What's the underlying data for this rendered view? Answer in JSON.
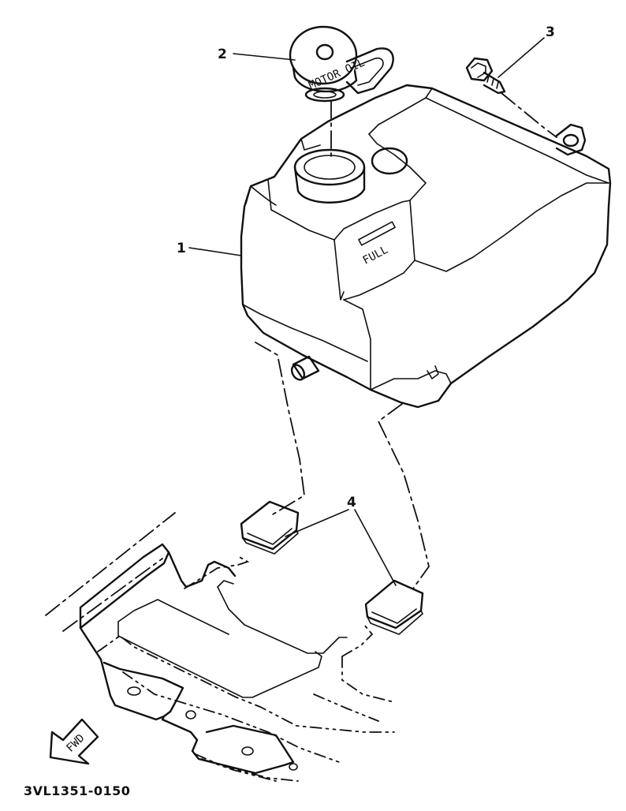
{
  "callouts": {
    "tank": "1",
    "cap": "2",
    "bolt": "3",
    "damper": "4"
  },
  "tank_stamp": "FULL",
  "cap_text": "MOTOR OIL",
  "fwd_label": "FWD",
  "diagram_code": "3VL1351-0150"
}
